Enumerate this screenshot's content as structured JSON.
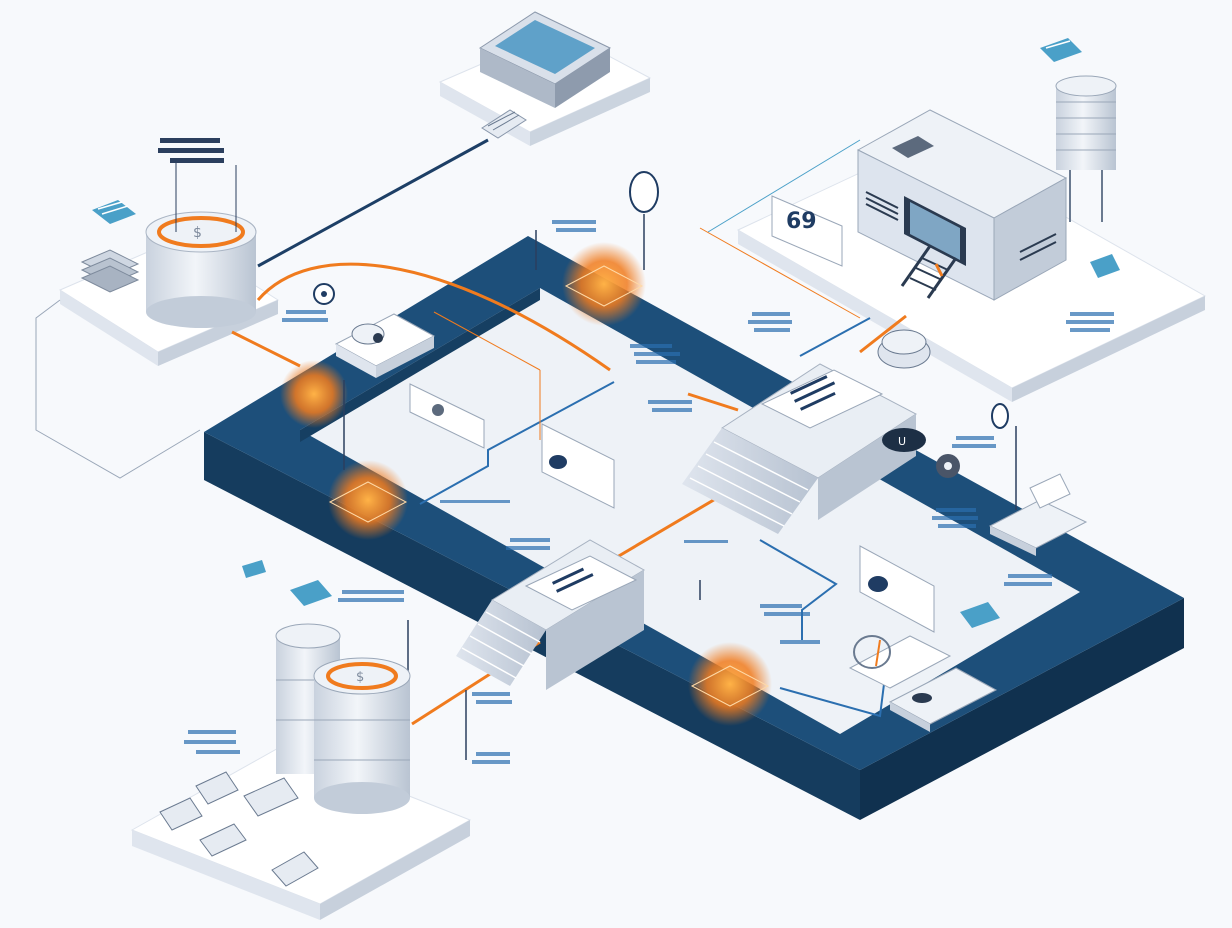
{
  "diagram": {
    "palette": {
      "background": "#f7f9fc",
      "platform_top": "#1d4f7a",
      "platform_side": "#153c5e",
      "platform_inner": "#eef2f7",
      "accent_orange": "#f07b1e",
      "connector_blue": "#2b6fb0",
      "node_light": "#e4e9f0",
      "node_shadow": "#c9d2de",
      "stripe_blue": "#4aa0c8"
    },
    "nodes": [
      {
        "name": "top-monitor-node",
        "icon": "monitor-icon"
      },
      {
        "name": "left-database-node",
        "icon": "database-cylinder-icon"
      },
      {
        "name": "factory-server-node",
        "icon": "factory-icon"
      },
      {
        "name": "stacked-database-node",
        "icon": "database-stack-icon"
      },
      {
        "name": "central-ring-platform",
        "icon": "platform-icon"
      },
      {
        "name": "camera-node",
        "icon": "camera-icon"
      },
      {
        "name": "router-node",
        "icon": "router-icon"
      },
      {
        "name": "storage-tower",
        "icon": "tower-icon"
      }
    ],
    "processing_hotspots": 4,
    "stairway_bridges": 2
  }
}
